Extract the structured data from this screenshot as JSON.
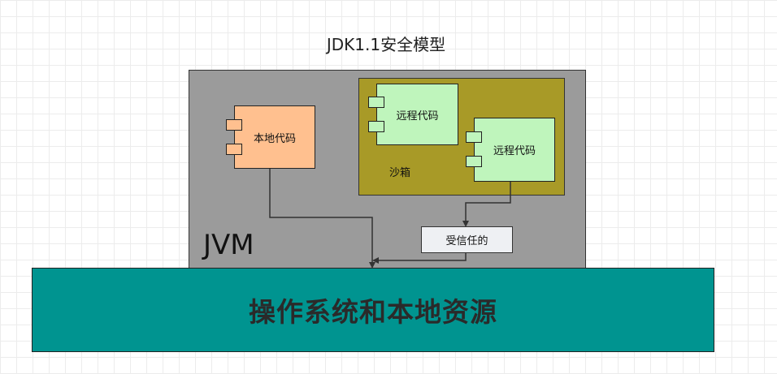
{
  "title": "JDK1.1安全模型",
  "jvm": {
    "label": "JVM"
  },
  "sandbox": {
    "label": "沙箱"
  },
  "components": {
    "local_code": "本地代码",
    "remote_code_1": "远程代码",
    "remote_code_2": "远程代码"
  },
  "trusted": {
    "label": "受信任的"
  },
  "os": {
    "label": "操作系统和本地资源"
  },
  "colors": {
    "jvm_fill": "#9b9b9b",
    "sandbox_fill": "#a89a27",
    "local_fill": "#ffc08f",
    "remote_fill": "#bff5bc",
    "trusted_fill": "#eef0f3",
    "os_fill": "#009490"
  }
}
